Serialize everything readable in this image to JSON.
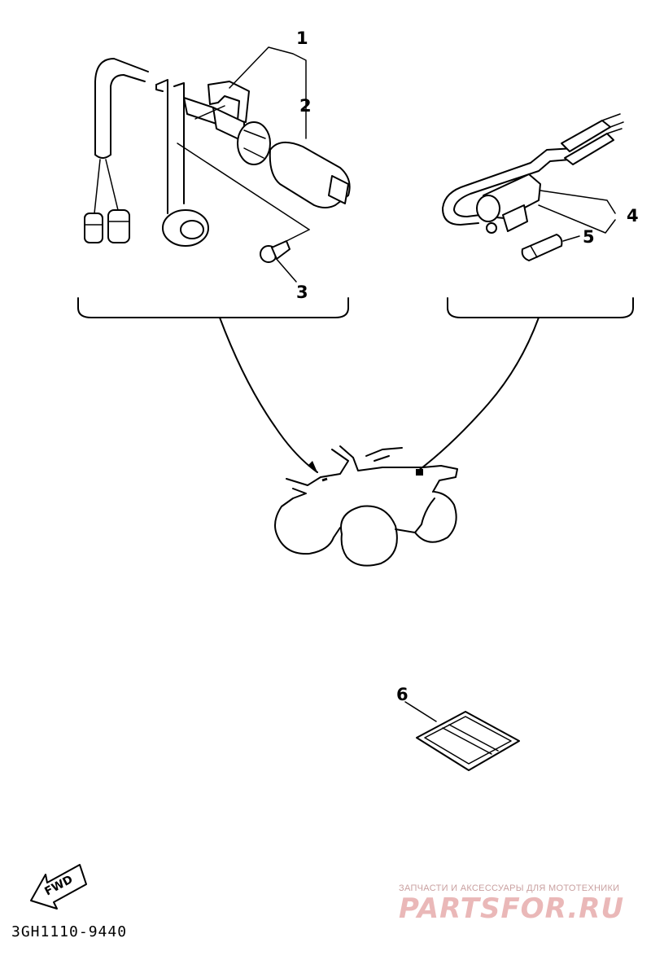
{
  "callouts": [
    {
      "id": "1",
      "label": "1"
    },
    {
      "id": "2",
      "label": "2"
    },
    {
      "id": "3",
      "label": "3"
    },
    {
      "id": "4",
      "label": "4"
    },
    {
      "id": "5",
      "label": "5"
    },
    {
      "id": "6",
      "label": "6"
    }
  ],
  "direction_arrow": {
    "label": "FWD"
  },
  "diagram_code": "3GH1110-9440",
  "watermark": {
    "tagline": "ЗАПЧАСТИ И АКСЕССУАРЫ ДЛЯ МОТОТЕХНИКИ",
    "brand": "PARTSFOR.RU"
  }
}
